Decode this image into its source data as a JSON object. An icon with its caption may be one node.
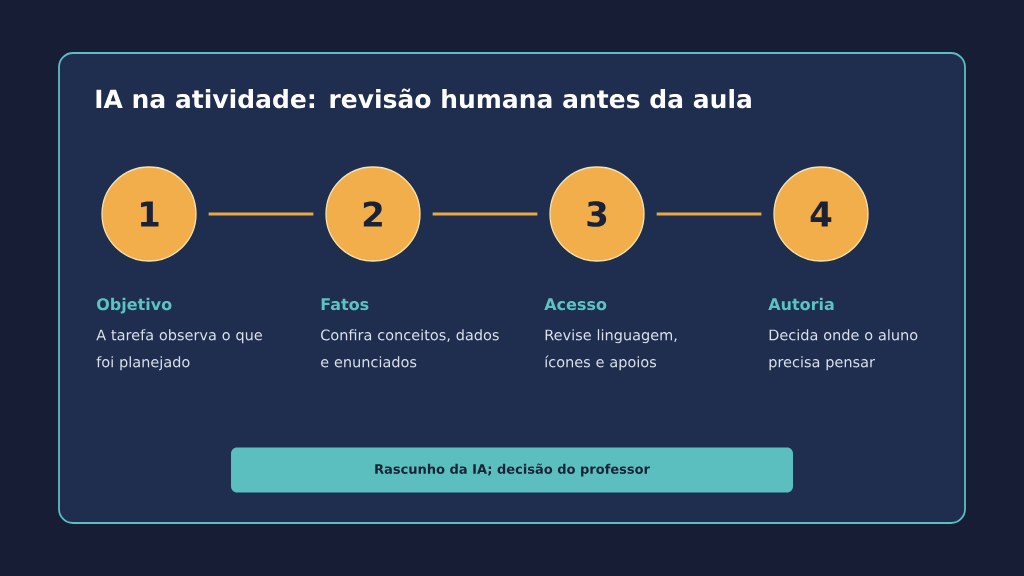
{
  "diagram": {
    "nodes": [
      {
        "text": [
          "IA na atividade: revisão humana antes da aula"
        ]
      },
      {
        "text": [
          "1"
        ],
        "in": 0,
        "beside": [
          "Objetivo",
          "A tarefa observa o que foi planejado"
        ]
      },
      {
        "text": [
          "2"
        ],
        "in": 0,
        "beside": [
          "Fatos",
          "Confira conceitos, dados e enunciados"
        ]
      },
      {
        "text": [
          "3"
        ],
        "in": 0,
        "beside": [
          "Acesso",
          "Revise linguagem, ícones e apoios"
        ]
      },
      {
        "text": [
          "4"
        ],
        "in": 0,
        "beside": [
          "Autoria",
          "Decida onde o aluno precisa pensar"
        ]
      },
      {
        "text": [
          "Rascunho da IA; decisão do professor"
        ],
        "in": 0
      }
    ],
    "edges": [
      {
        "from": 1,
        "to": 2,
        "arrow": "none"
      },
      {
        "from": 2,
        "to": 3,
        "arrow": "none"
      },
      {
        "from": 3,
        "to": 4,
        "arrow": "none"
      }
    ]
  }
}
